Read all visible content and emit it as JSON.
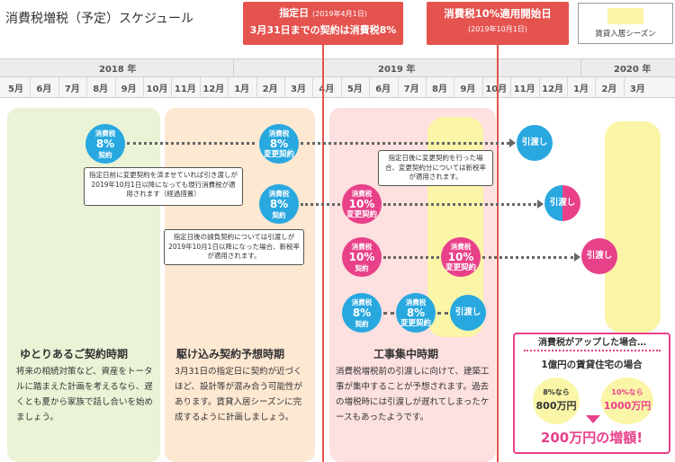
{
  "page": {
    "title": "消費税増税（予定）スケジュール"
  },
  "legend": {
    "label": "賃貸入居シーズン",
    "color": "#fbf5a8"
  },
  "banners": {
    "designated": {
      "title": "指定日",
      "date": "(2019年4月1日)",
      "note": "3月31日までの契約は消費税8%"
    },
    "effective": {
      "title": "消費税10%適用開始日",
      "date": "(2019年10月1日)"
    }
  },
  "timeline": {
    "years": [
      "2018 年",
      "2019 年",
      "2020 年"
    ],
    "months": [
      "5月",
      "6月",
      "7月",
      "8月",
      "9月",
      "10月",
      "11月",
      "12月",
      "1月",
      "2月",
      "3月",
      "4月",
      "5月",
      "6月",
      "7月",
      "8月",
      "9月",
      "10月",
      "11月",
      "12月",
      "1月",
      "2月",
      "3月"
    ]
  },
  "tax": {
    "label": "消費税",
    "rate8": "8%",
    "rate10": "10%",
    "contract": "契約",
    "change_contract": "変更契約",
    "handover": "引渡し"
  },
  "callouts": {
    "c1": "指定日前に変更契約を済ませていれば引き渡しが2019年10月1日以降になっても現行消費税が適用されます（経過措置）",
    "c2": "指定日後に変更契約を行った場合、変更契約分については新税率が適用されます。",
    "c3": "指定日後の請負契約については引渡しが2019年10月1日以降になった場合、新税率が適用されます。"
  },
  "periods": {
    "a": {
      "title": "ゆとりあるご契約時期",
      "desc": "将来の相続対策など、資産をトータルに踏まえた計画を考えるなら、遅くとも夏から家族で話し合いを始めましょう。"
    },
    "b": {
      "title": "駆け込み契約予想時期",
      "desc": "3月31日の指定日に契約が近づくほど、設計等が混み合う可能性があります。賃貸入居シーズンに完成するように計画しましょう。"
    },
    "c": {
      "title": "工事集中時期",
      "desc": "消費税増税前の引渡しに向けて、建築工事が集中することが予想されます。過去の増税時には引渡しが遅れてしまったケースもあったようです。"
    }
  },
  "info": {
    "header": "消費税がアップした場合…",
    "subtitle": "1億円の賃貸住宅の場合",
    "case8_rate": "8%なら",
    "case8_amount": "800万円",
    "case10_rate": "10%なら",
    "case10_amount": "1000万円",
    "result": "200万円の増額!"
  },
  "colors": {
    "blue": "#29a8e0",
    "pink": "#e8418a",
    "red": "#e5534f",
    "yellow": "#fbf5a8"
  }
}
